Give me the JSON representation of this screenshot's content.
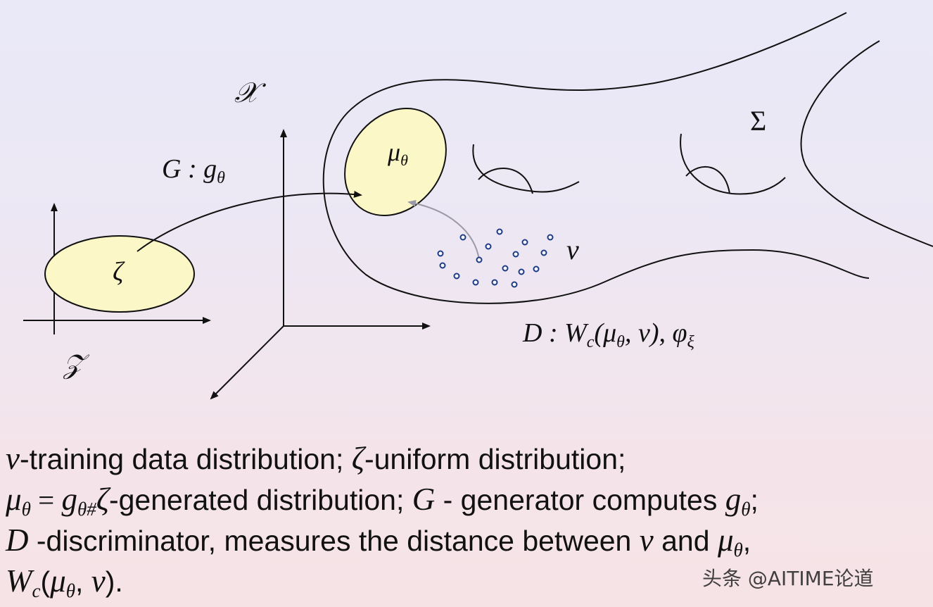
{
  "diagram": {
    "labels": {
      "space_x": "𝒳",
      "space_z": "𝒵",
      "manifold": "Σ",
      "generator": "G : g",
      "generator_sub": "θ",
      "zeta": "ζ",
      "mu": "μ",
      "mu_sub": "θ",
      "nu": "ν",
      "discriminator_D": "D : W",
      "discriminator_c": "c",
      "discriminator_args": "(μ",
      "discriminator_args_sub": "θ",
      "discriminator_rest": ", ν), φ",
      "discriminator_xi": "ξ"
    },
    "colors": {
      "ellipse_fill": "#fbf7c6",
      "stroke": "#111111",
      "dot": "#1c3b86",
      "grey_arrow": "#9a9aa6"
    }
  },
  "caption": {
    "line1": {
      "nu": "ν",
      "t1": "-training data distribution; ",
      "zeta": "ζ",
      "t2": "-uniform distribution;"
    },
    "line2": {
      "mu": "μ",
      "mu_sub": "θ",
      "eq": " = ",
      "g": "g",
      "g_sub": "θ#",
      "zeta": "ζ",
      "t1": "-generated distribution; ",
      "G": "G",
      "t2": " - generator computes ",
      "g2": "g",
      "g2_sub": "θ",
      "t3": ";"
    },
    "line3": {
      "D": "D",
      "t1": " -discriminator, measures the distance between ",
      "nu": "ν",
      "t2": " and ",
      "mu": "μ",
      "mu_sub": "θ",
      "t3": ","
    },
    "line4": {
      "W": "W",
      "W_sub": "c",
      "t1": "(",
      "mu": "μ",
      "mu_sub": "θ",
      "t2": ", ",
      "nu": "ν",
      "t3": ")."
    }
  },
  "watermark": "头条 @AITIME论道"
}
